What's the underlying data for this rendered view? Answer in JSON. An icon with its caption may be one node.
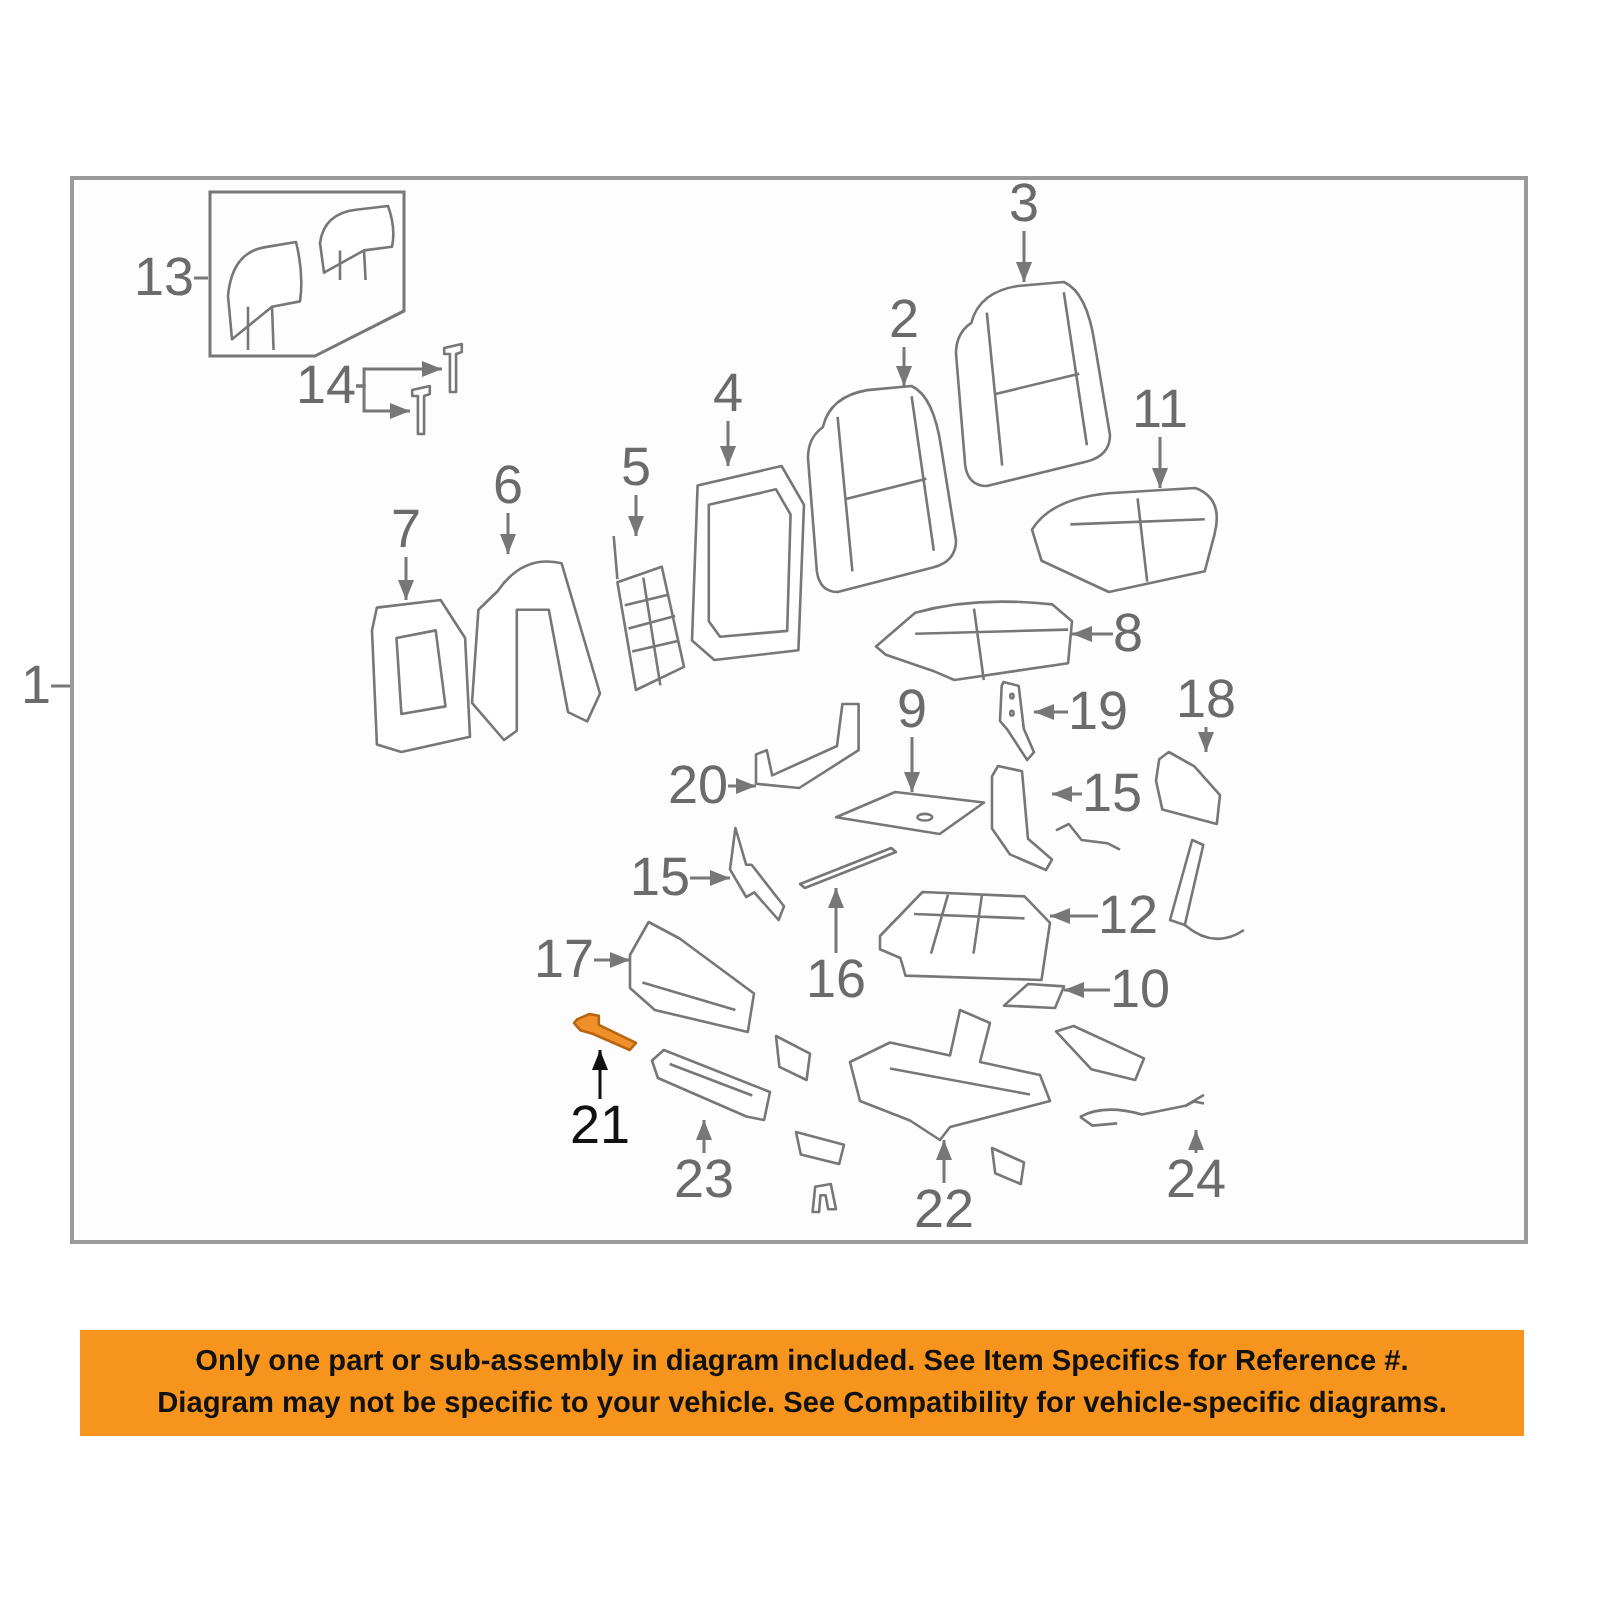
{
  "diagram": {
    "nodes": [
      {
        "text": [],
        "shape": "box"
      },
      {
        "text": [
          "1"
        ]
      },
      {
        "text": [
          "13"
        ],
        "in": 0
      },
      {
        "text": [],
        "shape": "box",
        "in": 0
      },
      {
        "text": [
          "14"
        ],
        "in": 0
      },
      {
        "text": [],
        "shape": "picture",
        "in": 0
      },
      {
        "text": [],
        "shape": "picture",
        "in": 0
      },
      {
        "text": [
          "3"
        ],
        "in": 0
      },
      {
        "text": [],
        "shape": "picture",
        "in": 0
      },
      {
        "text": [
          "2"
        ],
        "in": 0
      },
      {
        "text": [],
        "shape": "picture",
        "in": 0
      },
      {
        "text": [
          "4"
        ],
        "in": 0
      },
      {
        "text": [],
        "shape": "picture",
        "in": 0
      },
      {
        "text": [
          "11"
        ],
        "in": 0
      },
      {
        "text": [],
        "shape": "picture",
        "in": 0
      },
      {
        "text": [
          "5"
        ],
        "in": 0
      },
      {
        "text": [],
        "shape": "picture",
        "in": 0
      },
      {
        "text": [
          "6"
        ],
        "in": 0
      },
      {
        "text": [],
        "shape": "picture",
        "in": 0
      },
      {
        "text": [
          "7"
        ],
        "in": 0
      },
      {
        "text": [],
        "shape": "picture",
        "in": 0
      },
      {
        "text": [
          "8"
        ],
        "in": 0
      },
      {
        "text": [],
        "shape": "picture",
        "in": 0
      },
      {
        "text": [
          "9"
        ],
        "in": 0
      },
      {
        "text": [],
        "shape": "picture",
        "in": 0
      },
      {
        "text": [
          "19"
        ],
        "in": 0
      },
      {
        "text": [],
        "shape": "picture",
        "in": 0
      },
      {
        "text": [
          "18"
        ],
        "in": 0
      },
      {
        "text": [],
        "shape": "picture",
        "in": 0
      },
      {
        "text": [
          "20"
        ],
        "in": 0
      },
      {
        "text": [],
        "shape": "picture",
        "in": 0
      },
      {
        "text": [
          "15"
        ],
        "in": 0
      },
      {
        "text": [],
        "shape": "picture",
        "in": 0
      },
      {
        "text": [
          "15"
        ],
        "in": 0
      },
      {
        "text": [],
        "shape": "picture",
        "in": 0
      },
      {
        "text": [
          "12"
        ],
        "in": 0
      },
      {
        "text": [],
        "shape": "picture",
        "in": 0
      },
      {
        "text": [
          "16"
        ],
        "in": 0
      },
      {
        "text": [],
        "shape": "picture",
        "in": 0
      },
      {
        "text": [
          "17"
        ],
        "in": 0
      },
      {
        "text": [],
        "shape": "picture",
        "in": 0
      },
      {
        "text": [
          "10"
        ],
        "in": 0
      },
      {
        "text": [],
        "shape": "picture",
        "in": 0
      },
      {
        "text": [
          "21"
        ],
        "in": 0
      },
      {
        "text": [],
        "shape": "picture",
        "in": 0
      },
      {
        "text": [
          "23"
        ],
        "in": 0
      },
      {
        "text": [],
        "shape": "picture",
        "in": 0
      },
      {
        "text": [
          "22"
        ],
        "in": 0
      },
      {
        "text": [],
        "shape": "picture",
        "in": 0
      },
      {
        "text": [
          "24"
        ],
        "in": 0
      },
      {
        "text": [],
        "shape": "picture",
        "in": 0
      }
    ],
    "edges": [
      {
        "from": 1,
        "to": 0,
        "arrow": "none"
      },
      {
        "from": 2,
        "to": 3,
        "arrow": "none"
      },
      {
        "from": 4,
        "to": 5,
        "arrow": "to"
      },
      {
        "from": 4,
        "to": 6,
        "arrow": "to"
      },
      {
        "from": 7,
        "to": 8,
        "arrow": "to"
      },
      {
        "from": 9,
        "to": 10,
        "arrow": "to"
      },
      {
        "from": 11,
        "to": 12,
        "arrow": "to"
      },
      {
        "from": 13,
        "to": 14,
        "arrow": "to"
      },
      {
        "from": 15,
        "to": 16,
        "arrow": "to"
      },
      {
        "from": 17,
        "to": 18,
        "arrow": "to"
      },
      {
        "from": 19,
        "to": 20,
        "arrow": "to"
      },
      {
        "from": 21,
        "to": 22,
        "arrow": "to"
      },
      {
        "from": 23,
        "to": 24,
        "arrow": "to"
      },
      {
        "from": 25,
        "to": 26,
        "arrow": "to"
      },
      {
        "from": 27,
        "to": 28,
        "arrow": "to"
      },
      {
        "from": 29,
        "to": 30,
        "arrow": "to"
      },
      {
        "from": 31,
        "to": 32,
        "arrow": "to"
      },
      {
        "from": 33,
        "to": 34,
        "arrow": "to"
      },
      {
        "from": 35,
        "to": 36,
        "arrow": "to"
      },
      {
        "from": 37,
        "to": 38,
        "arrow": "to"
      },
      {
        "from": 39,
        "to": 40,
        "arrow": "to"
      },
      {
        "from": 41,
        "to": 42,
        "arrow": "to"
      },
      {
        "from": 43,
        "to": 44,
        "arrow": "to",
        "color": "#111111"
      },
      {
        "from": 45,
        "to": 46,
        "arrow": "to"
      },
      {
        "from": 47,
        "to": 48,
        "arrow": "to"
      },
      {
        "from": 49,
        "to": 50,
        "arrow": "to"
      }
    ],
    "labels": [
      "Only one part or sub-assembly in diagram included. See Item Specifics for Reference #.",
      "Diagram may not be specific to your vehicle. See Compatibility for vehicle-specific diagrams."
    ]
  }
}
